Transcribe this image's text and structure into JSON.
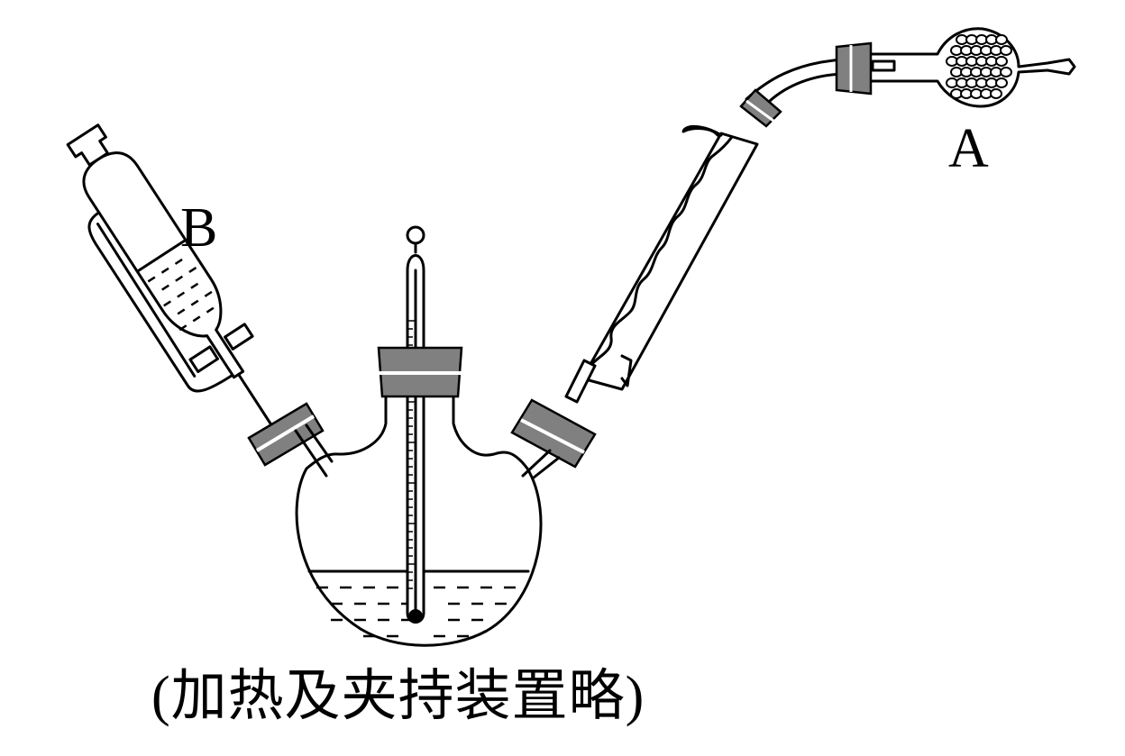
{
  "labels": {
    "drying_tube": "A",
    "funnel": "B"
  },
  "caption": "(加热及夹持装置略)",
  "colors": {
    "glass_outline": "#000000",
    "stopper": "#808080",
    "background": "#ffffff"
  }
}
